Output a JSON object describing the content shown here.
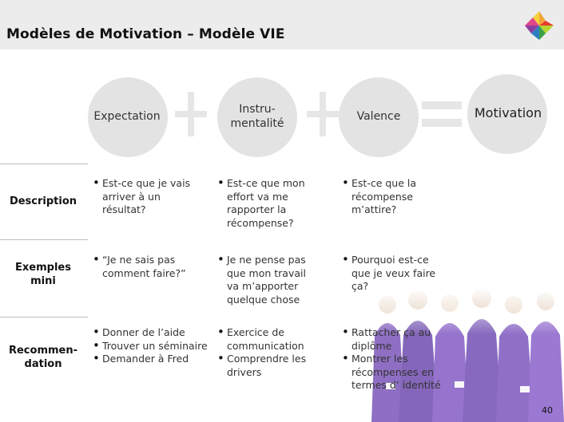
{
  "header": {
    "title": "Modèles de Motivation – Modèle VIE"
  },
  "columns": {
    "expectation": "Expectation",
    "instrumentalite": "Instru-\nmentalité",
    "valence": "Valence",
    "motivation": "Motivation"
  },
  "rows": [
    {
      "label": "Description",
      "expectation": [
        "Est-ce que je vais arriver à un résultat?"
      ],
      "instrumentalite": [
        "Est-ce que mon effort va me rapporter la récompense?"
      ],
      "valence": [
        "Est-ce que la récompense m’attire?"
      ]
    },
    {
      "label": "Exemples\nmini",
      "expectation": [
        "“Je ne sais pas comment faire?”"
      ],
      "instrumentalite": [
        "Je ne pense pas que mon travail va m’apporter quelque chose"
      ],
      "valence": [
        "Pourquoi est-ce que je veux faire ça?"
      ]
    },
    {
      "label": "Recommen-\ndation",
      "expectation": [
        "Donner de l’aide",
        "Trouver un séminaire",
        "Demander à Fred"
      ],
      "instrumentalite": [
        "Exercice de communication",
        "Comprendre les drivers"
      ],
      "valence": [
        "Rattacher ça au diplôme",
        "Montrer les récompenses en termes d’ identité"
      ]
    }
  ],
  "page_number": "40",
  "colors": {
    "header_bg": "#ececec",
    "circle": "#e3e3e3",
    "operator": "#e6e6e6",
    "robe": "#6a3fb0"
  }
}
